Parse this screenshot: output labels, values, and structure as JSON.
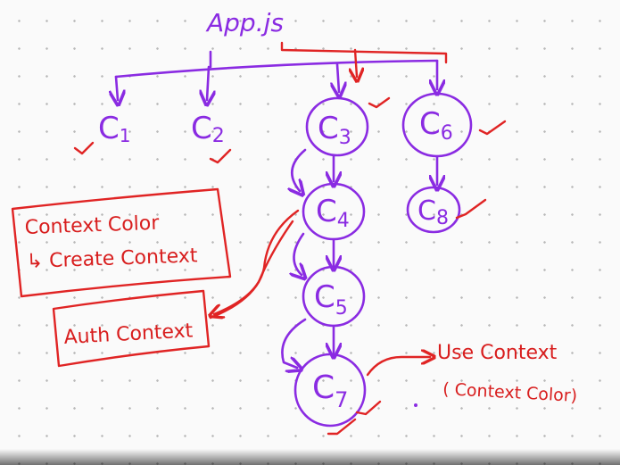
{
  "root": {
    "label": "App.js"
  },
  "nodes": [
    {
      "id": "c1",
      "main": "C",
      "sub": "1"
    },
    {
      "id": "c2",
      "main": "C",
      "sub": "2"
    },
    {
      "id": "c3",
      "main": "C",
      "sub": "3"
    },
    {
      "id": "c4",
      "main": "C",
      "sub": "4"
    },
    {
      "id": "c5",
      "main": "C",
      "sub": "5"
    },
    {
      "id": "c6",
      "main": "C",
      "sub": "6"
    },
    {
      "id": "c7",
      "main": "C",
      "sub": "7"
    },
    {
      "id": "c8",
      "main": "C",
      "sub": "8"
    }
  ],
  "notes": {
    "context_color": "Context Color",
    "create_context": "↳ Create Context",
    "auth_context": "Auth Context",
    "use_context": "Use Context",
    "use_context_arg": "( Context Color)"
  },
  "colors": {
    "purple": "#8a2be2",
    "red": "#e02424",
    "background": "#fafafa",
    "grid_dot": "#b9b9b9"
  }
}
